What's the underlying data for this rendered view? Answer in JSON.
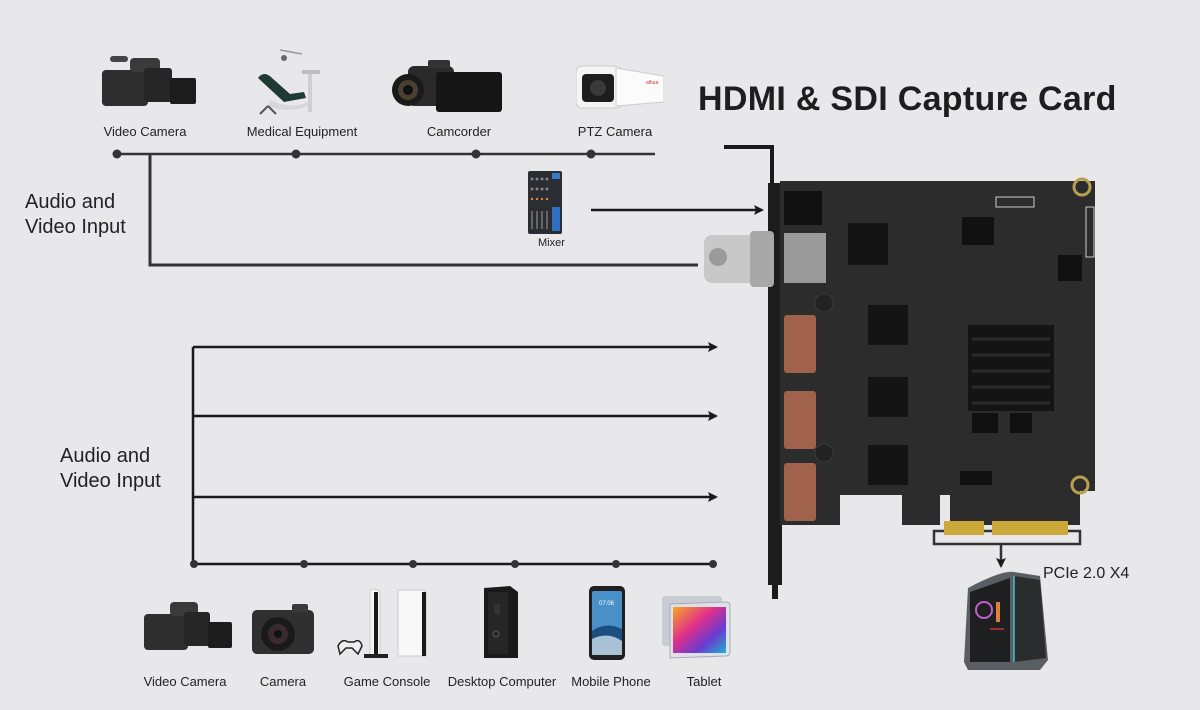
{
  "title": "HDMI & SDI Capture Card",
  "colors": {
    "background": "#e8e8ea",
    "line": "#222222",
    "pcb": "#2b2b2b",
    "bracket": "#1a1a1a",
    "hdmi_port": "#a0624a",
    "gold_fingers": "#c9a93a"
  },
  "top_section": {
    "side_label_line1": "Audio and",
    "side_label_line2": "Video Input",
    "devices": [
      {
        "label": "Video Camera",
        "icon": "broadcast-video-camera-icon"
      },
      {
        "label": "Medical Equipment",
        "icon": "dental-chair-icon"
      },
      {
        "label": "Camcorder",
        "icon": "camcorder-icon"
      },
      {
        "label": "PTZ Camera",
        "icon": "bullet-ptz-camera-icon"
      }
    ],
    "mixer": {
      "label": "Mixer",
      "icon": "audio-mixer-icon"
    }
  },
  "bottom_section": {
    "side_label_line1": "Audio and",
    "side_label_line2": "Video Input",
    "devices": [
      {
        "label": "Video Camera",
        "icon": "broadcast-video-camera-icon"
      },
      {
        "label": "Camera",
        "icon": "mirrorless-camera-icon"
      },
      {
        "label": "Game Console",
        "icon": "game-console-icon"
      },
      {
        "label": "Desktop Computer",
        "icon": "desktop-tower-icon"
      },
      {
        "label": "Mobile Phone",
        "icon": "smartphone-icon"
      },
      {
        "label": "Tablet",
        "icon": "tablet-icon"
      }
    ]
  },
  "card": {
    "ports": [
      "SDI",
      "HDMI",
      "HDMI",
      "HDMI",
      "Audio"
    ],
    "interface_label": "PCIe 2.0 X4",
    "host_icon": "gaming-pc-icon"
  }
}
